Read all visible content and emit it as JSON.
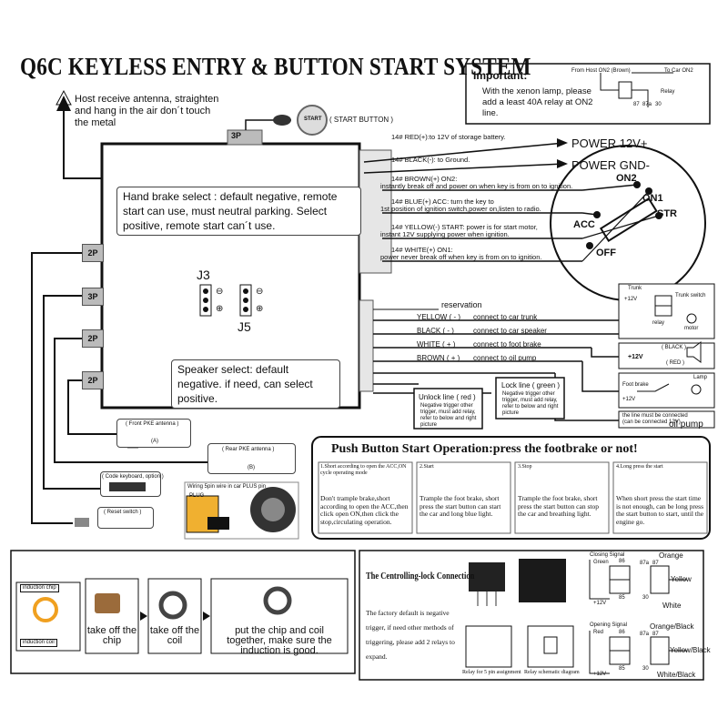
{
  "title": "Q6C KEYLESS ENTRY & BUTTON START SYSTEM",
  "antenna_note": "Host receive antenna, straighten and hang in the air don´t touch the metal",
  "start_button": {
    "label": "START",
    "caption": "( START BUTTON )",
    "connector": "3P"
  },
  "important": {
    "heading": "Important:",
    "text": "With the xenon lamp, please add a least 40A relay at ON2 line.",
    "diagram_labels": {
      "from_host": "From Host ON2 (Brown)",
      "to_car": "To Car ON2",
      "relay": "Relay",
      "p87": "87",
      "p87a": "87a",
      "p30": "30"
    }
  },
  "hand_brake_note": "Hand brake select : default negative, remote start can use, must neutral parking. Select positive, remote start can´t use.",
  "speaker_note": "Speaker select: default negative. if need, can select positive.",
  "jumpers": {
    "j3": "J3",
    "j5": "J5",
    "neg": "⊖",
    "pos": "⊕"
  },
  "side_connectors": [
    "2P",
    "3P",
    "2P",
    "2P"
  ],
  "power_wires": [
    {
      "label": "14# RED(+):to 12V of storage battery.",
      "target": "POWER 12V+"
    },
    {
      "label": "14# BLACK(-): to Ground.",
      "target": "POWER GND-"
    }
  ],
  "ignition_wires": [
    {
      "line1": "14# BROWN(+) ON2:",
      "line2": "instantly break off and power on when key is from on to ignition."
    },
    {
      "line1": "14# BLUE(+) ACC: turn the key to",
      "line2": "1st position of ignition switch,power on,listen to radio."
    },
    {
      "line1": "14# YELLOW(-) START: power is for start motor,",
      "line2": "instant 12V supplying power when ignition."
    },
    {
      "line1": "14# WHITE(+) ON1:",
      "line2": "power never break off when key is from on to ignition."
    }
  ],
  "ignition_switch": {
    "on2": "ON2",
    "on1": "ON1",
    "acc": "ACC",
    "str": "STR",
    "off": "OFF"
  },
  "reservation": "reservation",
  "output_wires": [
    {
      "color": "YELLOW ( - )",
      "target": "connect to car trunk"
    },
    {
      "color": "BLACK ( - )",
      "target": "connect to car speaker"
    },
    {
      "color": "WHITE ( + )",
      "target": "connect to foot brake"
    },
    {
      "color": "BROWN ( + )",
      "target": "connect to oil pump"
    }
  ],
  "right_panel": {
    "trunk": "Trunk",
    "trunk_switch": "Trunk switch",
    "relay": "relay",
    "motor": "motor",
    "plus12": "+12V",
    "speaker_black": "( BLACK )",
    "speaker_plus": "+12V",
    "speaker_red": "( RED )",
    "foot_brake": "Foot brake",
    "lamp": "Lamp",
    "brake_plus": "+12V",
    "oil_note": "the line must be connected (can be connected 12V)",
    "oil_pump": "oil pump"
  },
  "unlock_line": {
    "title": "Unlock line ( red )",
    "text": "Negative trigger other trigger, must add relay, refer to below and right picture"
  },
  "lock_line": {
    "title": "Lock line ( green )",
    "text": "Negative trigger other trigger, must add relay, refer to below and right picture"
  },
  "pke_front": {
    "label": "( Front PKE antenna )",
    "tag": "(A)"
  },
  "pke_rear": {
    "label": "( Rear PKE antenna )",
    "tag": "(B)"
  },
  "code_keyboard": "( Code keyboard, option )",
  "reset_switch": "( Reset switch )",
  "push_start": {
    "heading": "Push Button Start Operation:press the footbrake or not!",
    "steps": [
      {
        "head": "1.Short according to open the ACC,ON cycle operating mode",
        "text": "Don't trample brake,short according to open the ACC,then click open ON,then click the stop,circulating operation."
      },
      {
        "head": "2.Start",
        "text": "Trample the foot brake, short press the start button can start the car and long blue light."
      },
      {
        "head": "3.Stop",
        "text": "Trample the foot brake, short press the start button can stop the car and breathing light."
      },
      {
        "head": "4.Long press the start",
        "text": "When short press the start time is not enough, can be long press the start button to start, until the engine go."
      }
    ]
  },
  "chip_panel": {
    "induction_chip": "induction chip",
    "induction_coil": "induction coil",
    "steps": [
      "take off the chip",
      "take off the coil",
      "put the chip and coil together, make sure the induction is good."
    ]
  },
  "lock_panel": {
    "heading": "The Centrolling-lock Connection",
    "text": "The factory default is negative trigger, if need other methods of triggering, please add 2 relays to expand.",
    "relay5": "Relay for 5 pin assignment",
    "relay_schematic": "Relay schematic diagram",
    "closing": {
      "signal": "Closing Signal",
      "wire": "Green",
      "out1": "Orange",
      "out2": "Yellow",
      "out3": "White",
      "v": "+12V",
      "p87a": "87a",
      "p87": "87",
      "p86": "86",
      "p85": "85",
      "p30": "30"
    },
    "opening": {
      "signal": "Opening Signal",
      "wire": "Red",
      "out1": "Orange/Black",
      "out2": "Yellow/Black",
      "out3": "White/Black",
      "v": "+12V",
      "p87a": "87a",
      "p87": "87",
      "p86": "86",
      "p85": "85",
      "p30": "30"
    }
  },
  "sidebar_left_tag": "PLUG",
  "mini_photo_caption": "Wiring 5pin wire in car PLUS pin"
}
